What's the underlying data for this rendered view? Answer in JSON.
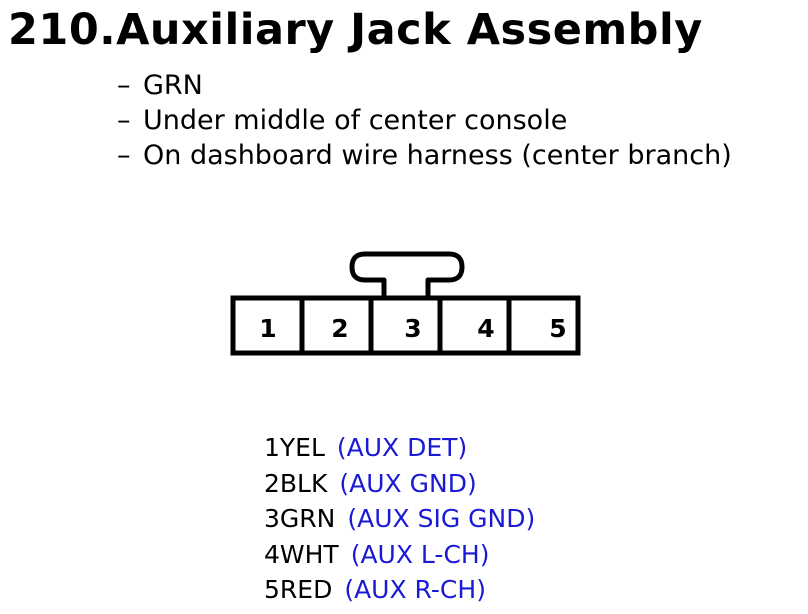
{
  "title": "210.Auxiliary Jack Assembly",
  "notes": [
    "GRN",
    "Under middle of center console",
    "On dashboard wire harness (center branch)"
  ],
  "note_dash": "–",
  "connector": {
    "pins": [
      "1",
      "2",
      "3",
      "4",
      "5"
    ]
  },
  "pinout": [
    {
      "label": "1YEL",
      "function": "(AUX DET)"
    },
    {
      "label": "2BLK",
      "function": "(AUX GND)"
    },
    {
      "label": "3GRN",
      "function": "(AUX SIG GND)"
    },
    {
      "label": "4WHT",
      "function": "(AUX L-CH)"
    },
    {
      "label": "5RED",
      "function": "(AUX R-CH)"
    }
  ],
  "colors": {
    "text": "#000000",
    "function_text": "#1a1ad6",
    "background": "#ffffff"
  }
}
